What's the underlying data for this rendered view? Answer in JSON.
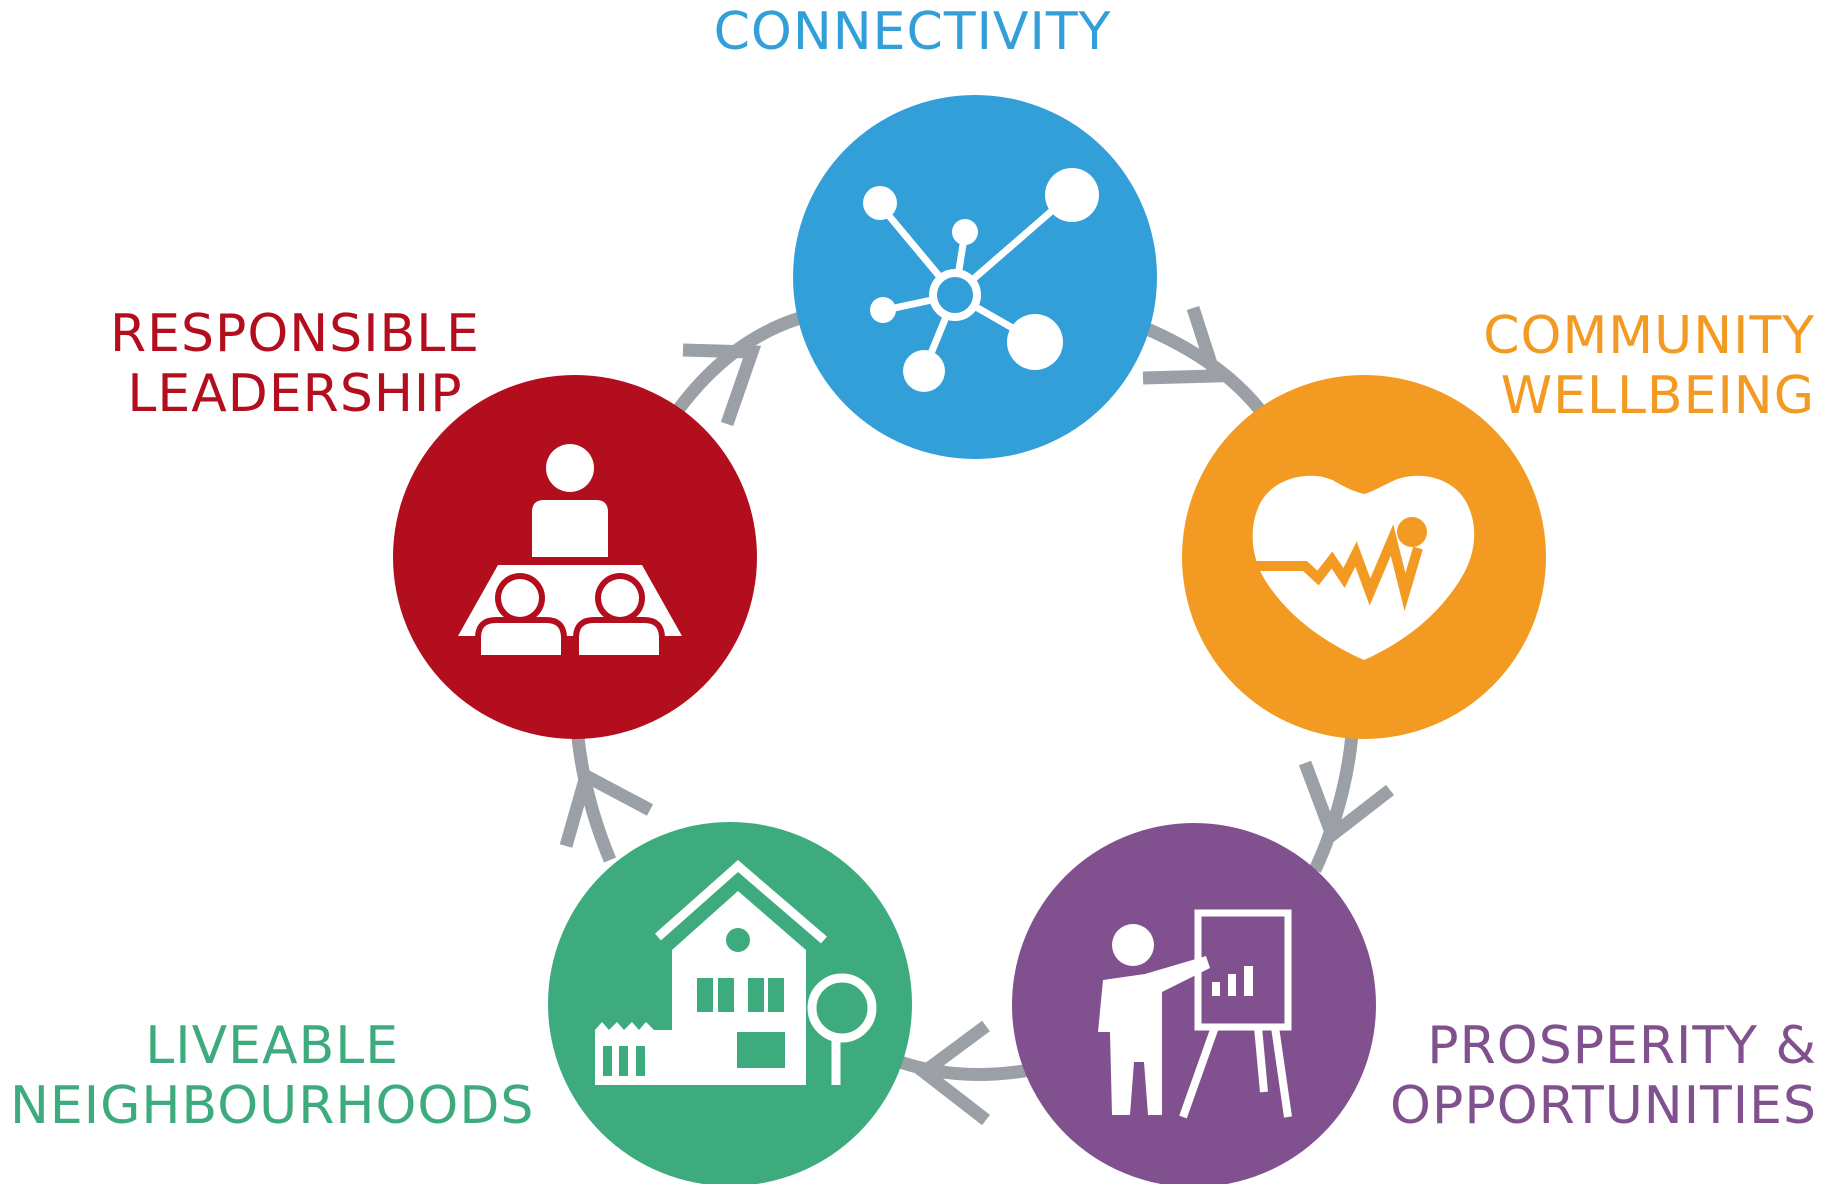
{
  "colors": {
    "connectivity": "#339fd9",
    "community_wellbeing": "#f39a22",
    "prosperity_opportunities": "#81508e",
    "liveable_neighbourhoods": "#3dab7e",
    "responsible_leadership": "#b20e1d",
    "arrows": "#9aa0a6",
    "icon": "#ffffff"
  },
  "nodes": {
    "connectivity": {
      "line1": "CONNECTIVITY",
      "icon": "network-icon"
    },
    "community_wellbeing": {
      "line1": "COMMUNITY",
      "line2": "WELLBEING",
      "icon": "heart-pulse-icon"
    },
    "prosperity_opportunities": {
      "line1": "PROSPERITY &",
      "line2": "OPPORTUNITIES",
      "icon": "presenter-chart-icon"
    },
    "liveable_neighbourhoods": {
      "line1": "LIVEABLE",
      "line2": "NEIGHBOURHOODS",
      "icon": "house-tree-icon"
    },
    "responsible_leadership": {
      "line1": "RESPONSIBLE",
      "line2": "LEADERSHIP",
      "icon": "meeting-icon"
    }
  }
}
